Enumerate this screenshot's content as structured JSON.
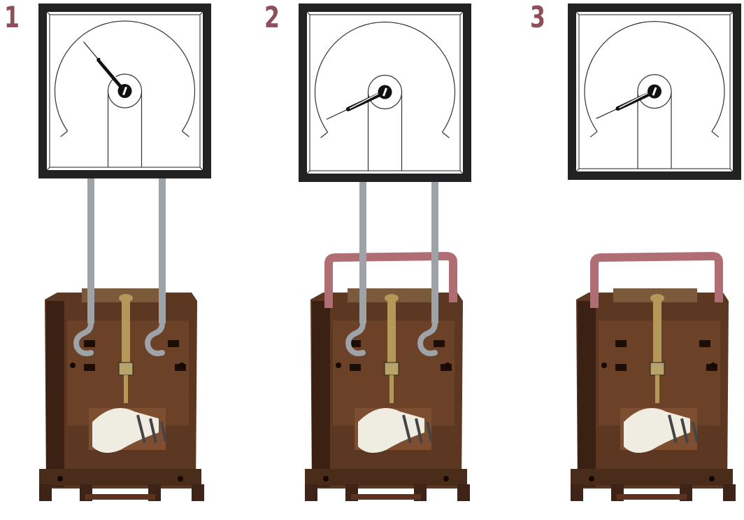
{
  "steps": [
    {
      "number": "1",
      "needle": "high",
      "meter_wired": true,
      "shorting_link": false
    },
    {
      "number": "2",
      "needle": "low",
      "meter_wired": true,
      "shorting_link": true
    },
    {
      "number": "3",
      "needle": "low",
      "meter_wired": false,
      "shorting_link": true
    }
  ],
  "colors": {
    "step_number": "#8e4f5b",
    "meter_frame": "#222222",
    "wire": "#9ea3a8",
    "shorting_link": "#b06e74",
    "transformer_body": "#5c3722",
    "transformer_dark": "#3a2114",
    "brass": "#b3985a",
    "window": "#efece1"
  }
}
